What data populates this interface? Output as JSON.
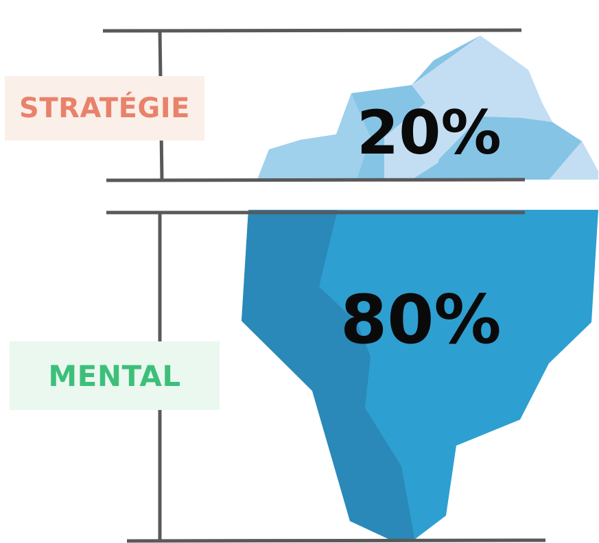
{
  "diagram": {
    "top_section": {
      "label": "STRATÉGIE",
      "value": "20%"
    },
    "bottom_section": {
      "label": "MENTAL",
      "value": "80%"
    }
  },
  "colors": {
    "label_top_text": "#e8826a",
    "label_top_bg": "#fbefe9",
    "label_bottom_text": "#3dbf7a",
    "label_bottom_bg": "#eaf8f0",
    "iceberg_tip_light": "#c3def3",
    "iceberg_tip_mid": "#86c4e6",
    "iceberg_base_light": "#2e9fd1",
    "iceberg_base_dark": "#2a89b8",
    "lines": "#595959",
    "percent_text": "#0a0a0a"
  }
}
